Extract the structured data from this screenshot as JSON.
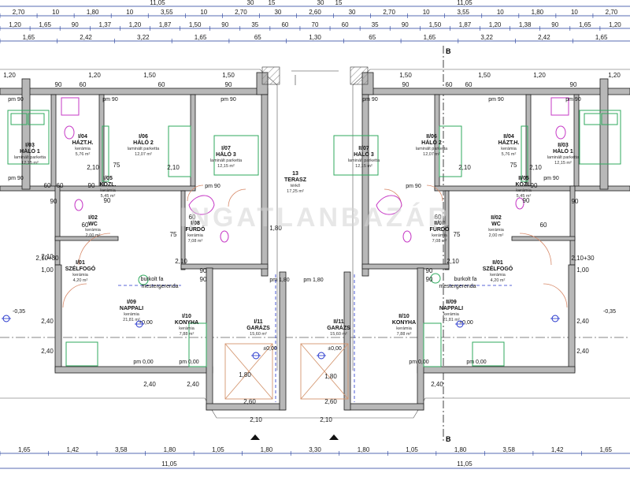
{
  "dims": {
    "row1": [
      "2,70",
      "10",
      "1,80",
      "10",
      "3,55",
      "10",
      "2,70",
      "30",
      "2,60",
      "30",
      "2,70",
      "10",
      "3,55",
      "10",
      "1,80",
      "10",
      "2,70"
    ],
    "row1_overall": [
      "11,05",
      "11,05"
    ],
    "row1_edge": [
      "30",
      "15",
      "30",
      "15"
    ],
    "row2": [
      "1,20",
      "1,65",
      "90",
      "1,37",
      "1,20",
      "1,87",
      "1,50",
      "90",
      "35",
      "60",
      "70",
      "60",
      "35",
      "90",
      "1,50",
      "1,87",
      "1,20",
      "1,38",
      "90",
      "1,65",
      "1,20"
    ],
    "row3": [
      "1,65",
      "2,42",
      "3,22",
      "1,65",
      "65",
      "1,30",
      "65",
      "1,65",
      "3,22",
      "2,42",
      "1,65"
    ],
    "bottom1": [
      "1,65",
      "1,42",
      "3,58",
      "1,80",
      "1,05",
      "1,80",
      "3,30",
      "1,80",
      "1,05",
      "1,80",
      "3,58",
      "1,42",
      "1,65"
    ],
    "bottom2": [
      "11,05",
      "11,05"
    ]
  },
  "section_mark": "B",
  "watermark": "INGATLANBAZÁR",
  "rooms": [
    {
      "num": "I/03",
      "name": "HÁLÓ 1",
      "floor": "laminált parketta",
      "area": "12,15 m²"
    },
    {
      "num": "I/04",
      "name": "HÁZT.H.",
      "floor": "kerámia",
      "area": "5,76 m²"
    },
    {
      "num": "I/06",
      "name": "HÁLÓ 2",
      "floor": "laminált parketta",
      "area": "12,07 m²"
    },
    {
      "num": "I/07",
      "name": "HÁLÓ 3",
      "floor": "laminált parketta",
      "area": "12,15 m²"
    },
    {
      "num": "13",
      "name": "TERASZ",
      "floor": "térkő",
      "area": "17,25 m²"
    },
    {
      "num": "II/07",
      "name": "HÁLÓ 3",
      "floor": "laminált parketta",
      "area": "12,15 m²"
    },
    {
      "num": "II/06",
      "name": "HÁLÓ 2",
      "floor": "laminált parketta",
      "area": "12,07 m²"
    },
    {
      "num": "II/04",
      "name": "HÁZT.H.",
      "floor": "kerámia",
      "area": "5,76 m²"
    },
    {
      "num": "II/03",
      "name": "HÁLÓ 1",
      "floor": "laminált parketta",
      "area": "12,15 m²"
    },
    {
      "num": "I/05",
      "name": "KÖZL.",
      "floor": "kerámia",
      "area": "5,45 m²"
    },
    {
      "num": "II/05",
      "name": "KÖZL.",
      "floor": "kerámia",
      "area": "5,45 m²"
    },
    {
      "num": "I/02",
      "name": "WC",
      "floor": "kerámia",
      "area": "2,00 m²"
    },
    {
      "num": "II/02",
      "name": "WC",
      "floor": "kerámia",
      "area": "2,00 m²"
    },
    {
      "num": "I/08",
      "name": "FÜRDŐ",
      "floor": "kerámia",
      "area": "7,08 m²"
    },
    {
      "num": "II/08",
      "name": "FÜRDŐ",
      "floor": "kerámia",
      "area": "7,08 m²"
    },
    {
      "num": "I/01",
      "name": "SZÉLFOGÓ",
      "floor": "kerámia",
      "area": "4,20 m²"
    },
    {
      "num": "II/01",
      "name": "SZÉLFOGÓ",
      "floor": "kerámia",
      "area": "4,20 m²"
    },
    {
      "num": "I/09",
      "name": "NAPPALI",
      "floor": "kerámia",
      "area": "21,81 m²"
    },
    {
      "num": "II/09",
      "name": "NAPPALI",
      "floor": "kerámia",
      "area": "21,81 m²"
    },
    {
      "num": "I/10",
      "name": "KONYHA",
      "floor": "kerámia",
      "area": "7,88 m²"
    },
    {
      "num": "II/10",
      "name": "KONYHA",
      "floor": "kerámia",
      "area": "7,88 m²"
    },
    {
      "num": "I/11",
      "name": "GARÁZS",
      "floor": "",
      "area": "15,60 m²"
    },
    {
      "num": "II/11",
      "name": "GARÁZS",
      "floor": "",
      "area": "15,60 m²"
    }
  ],
  "annotations": {
    "pm90": "pm 90",
    "pm180": "pm 1,80",
    "pm000": "pm 0,00",
    "beam": "burkolt fa",
    "beam2": "mestergerenda",
    "level_zero": "±0,00",
    "level_out": "-0,35",
    "dims_inner": [
      "2,10",
      "2,10",
      "2,10",
      "2,10",
      "2,10",
      "2,10",
      "2,10",
      "90",
      "90",
      "75",
      "75",
      "60",
      "60",
      "60",
      "60",
      "60",
      "60",
      "1,00",
      "1,00",
      "1,80",
      "1,80",
      "1,80",
      "2,10+30",
      "2,10+30",
      "2,40",
      "2,40",
      "2,40",
      "2,40",
      "2,40",
      "2,40",
      "2,40",
      "2,60",
      "2,60",
      "2,10",
      "2,10",
      "90",
      "90",
      "90",
      "90",
      "90",
      "90",
      "90",
      "90",
      "75",
      "75",
      "1,20",
      "1,20",
      "1,20",
      "1,20",
      "1,50",
      "1,50",
      "1,50",
      "1,50",
      "60",
      "60",
      "60",
      "60",
      "90",
      "90",
      "90",
      "90"
    ]
  },
  "colors": {
    "wall": "#b8b8b8",
    "wall_stroke": "#1c1c1c",
    "dim": "#1f3a9a",
    "door": "#d88a6a",
    "furniture": "#2faa5e",
    "sanitary": "#c639c6",
    "garage": "#d4956e",
    "beam": "#2233cc"
  }
}
